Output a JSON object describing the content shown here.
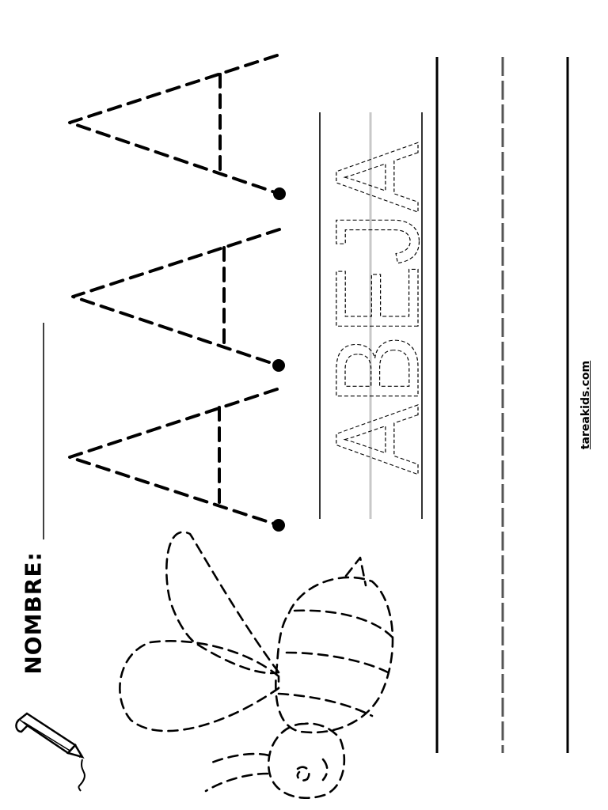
{
  "worksheet": {
    "name_label": "NOMBRE:",
    "word": "ABEJA",
    "website": "tareakids.com"
  },
  "icons": {
    "pencil": "pencil-icon",
    "bee": "bee-outline"
  },
  "colors": {
    "ink": "#000000",
    "midline": "#c8c8c8",
    "dashed_line": "#555555"
  }
}
